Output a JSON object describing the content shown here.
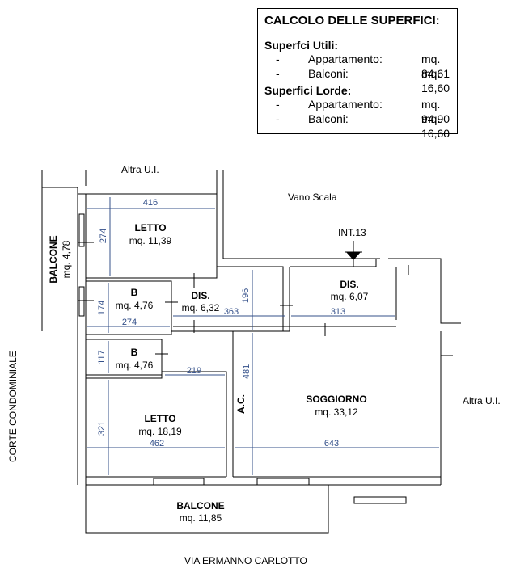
{
  "summary": {
    "title": "CALCOLO DELLE SUPERFICI:",
    "utili": {
      "heading": "Superfci Utili:",
      "rows": [
        {
          "dash": "-",
          "label": "Appartamento:",
          "value": "mq. 84,61"
        },
        {
          "dash": "-",
          "label": "Balconi:",
          "value": "mq. 16,60"
        }
      ]
    },
    "lorde": {
      "heading": "Superfici Lorde:",
      "rows": [
        {
          "dash": "-",
          "label": "Appartamento:",
          "value": "mq. 94,90"
        },
        {
          "dash": "-",
          "label": "Balconi:",
          "value": "mq. 16,60"
        }
      ]
    }
  },
  "plan": {
    "neighbors": {
      "top": "Altra U.I.",
      "right": "Altra U.I.",
      "stair": "Vano Scala"
    },
    "unit": "INT.13",
    "side_left": "CORTE CONDOMINIALE",
    "street": "VIA ERMANNO CARLOTTO",
    "rooms": {
      "letto1": {
        "name": "LETTO",
        "area": "mq. 11,39",
        "w": "416",
        "h": "274"
      },
      "balcone_left": {
        "name": "BALCONE",
        "area": "mq. 4,78"
      },
      "bagno1": {
        "name": "B",
        "area": "mq. 4,76",
        "w": "274",
        "h": "174"
      },
      "dis1": {
        "name": "DIS.",
        "area": "mq. 6,32",
        "w": "363",
        "h": "196"
      },
      "dis2": {
        "name": "DIS.",
        "area": "mq. 6,07",
        "w": "313"
      },
      "bagno2": {
        "name": "B",
        "area": "mq. 4,76",
        "h": "117"
      },
      "letto2": {
        "name": "LETTO",
        "area": "mq. 18,19",
        "w1": "219",
        "w": "462",
        "h": "321"
      },
      "soggiorno": {
        "name": "SOGGIORNO",
        "area": "mq. 33,12",
        "w": "643",
        "h": "481"
      },
      "ac": {
        "name": "A.C."
      },
      "balcone_bottom": {
        "name": "BALCONE",
        "area": "mq. 11,85"
      }
    }
  }
}
